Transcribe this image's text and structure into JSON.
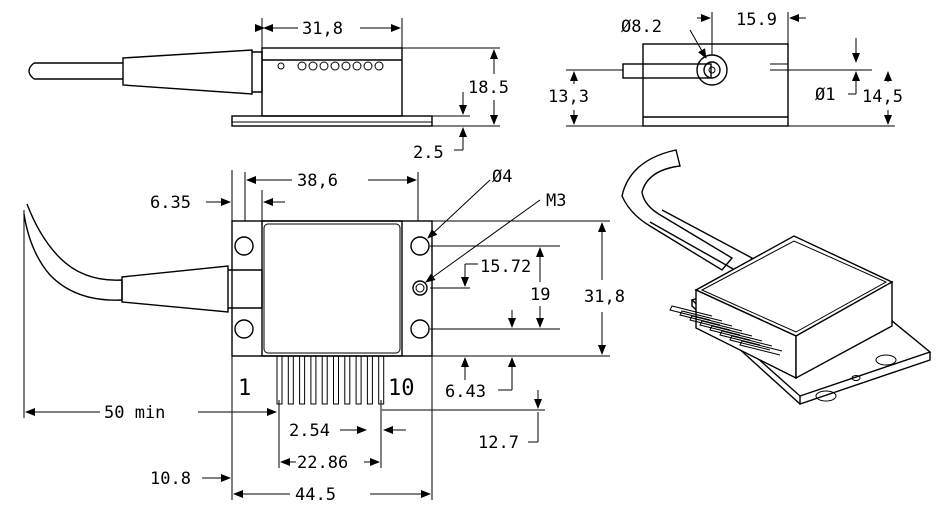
{
  "top_view": {
    "width_label": "31,8",
    "height_label": "18.5",
    "base_label": "2.5"
  },
  "side_view": {
    "hole_dia_label": "Ø8.2",
    "offset_label": "15.9",
    "height1_label": "13,3",
    "pin_dia_label": "Ø1",
    "height2_label": "14,5"
  },
  "front_view": {
    "flange_label": "6.35",
    "body_width_label": "38,6",
    "mount_hole_label": "Ø4",
    "thread_label": "M3",
    "hole_offset_label": "15.72",
    "hole_spacing_label": "19",
    "total_height_label": "31,8",
    "bottom_offset_label": "6.43",
    "pin_first_label": "1",
    "pin_last_label": "10",
    "fiber_length_label": "50  min",
    "pin_pitch_label": "2.54",
    "pin_extent_label": "12.7",
    "pin_span_label": "22.86",
    "left_margin_label": "10.8",
    "total_width_label": "44.5"
  }
}
